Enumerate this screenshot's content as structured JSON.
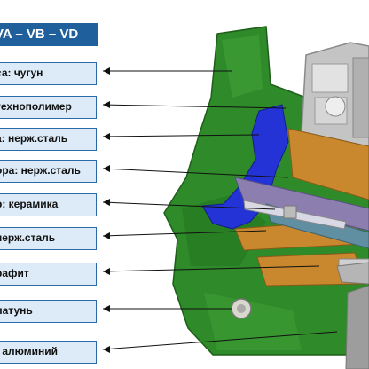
{
  "title": "VA – VB – VD",
  "labels": [
    {
      "text": "са: чугун"
    },
    {
      "text": "технополимер"
    },
    {
      "text": "а: нерж.сталь"
    },
    {
      "text": "ора: нерж.сталь"
    },
    {
      "text": "р: керамика"
    },
    {
      "text": "нерж.сталь"
    },
    {
      "text": "рафит"
    },
    {
      "text": "латунь"
    },
    {
      "text": ": алюминий"
    }
  ],
  "colors": {
    "title_bg": "#1f5f9c",
    "label_bg": "#dcebf7",
    "label_border": "#2a6aa8",
    "body_green": "#2f8a2a",
    "insert_blue": "#2433d6",
    "part_orange": "#c9882e",
    "part_purple": "#8c7fb0",
    "housing_gray": "#b9b9b9"
  }
}
